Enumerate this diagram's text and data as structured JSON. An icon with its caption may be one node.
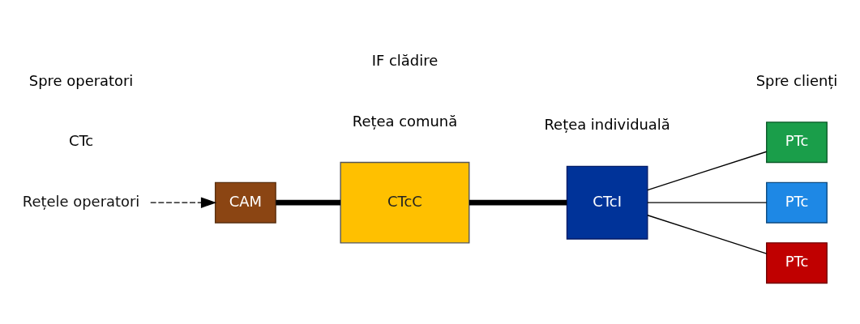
{
  "diagram": {
    "nodes": [
      {
        "text": [
          "Rețele operatori"
        ]
      },
      {
        "text": [
          "CAM"
        ]
      },
      {
        "text": [
          "CTcC"
        ]
      },
      {
        "text": [
          "CTcI"
        ]
      },
      {
        "text": [
          "PTc"
        ]
      },
      {
        "text": [
          "PTc"
        ]
      },
      {
        "text": [
          "PTc"
        ]
      }
    ],
    "edges": [
      {
        "from": 0,
        "to": 1,
        "arrow": "to",
        "style": "dashed"
      },
      {
        "from": 1,
        "to": 2,
        "arrow": "none",
        "style": "thick"
      },
      {
        "from": 2,
        "to": 3,
        "arrow": "none",
        "style": "thick"
      },
      {
        "from": 3,
        "to": 4,
        "arrow": "none"
      },
      {
        "from": 3,
        "to": 5,
        "arrow": "none"
      },
      {
        "from": 3,
        "to": 6,
        "arrow": "none"
      }
    ],
    "labels": [
      "Spre operatori",
      "Spre clienți",
      "CTc",
      "IF clădire",
      "Rețea comună",
      "Rețea individuală"
    ]
  }
}
